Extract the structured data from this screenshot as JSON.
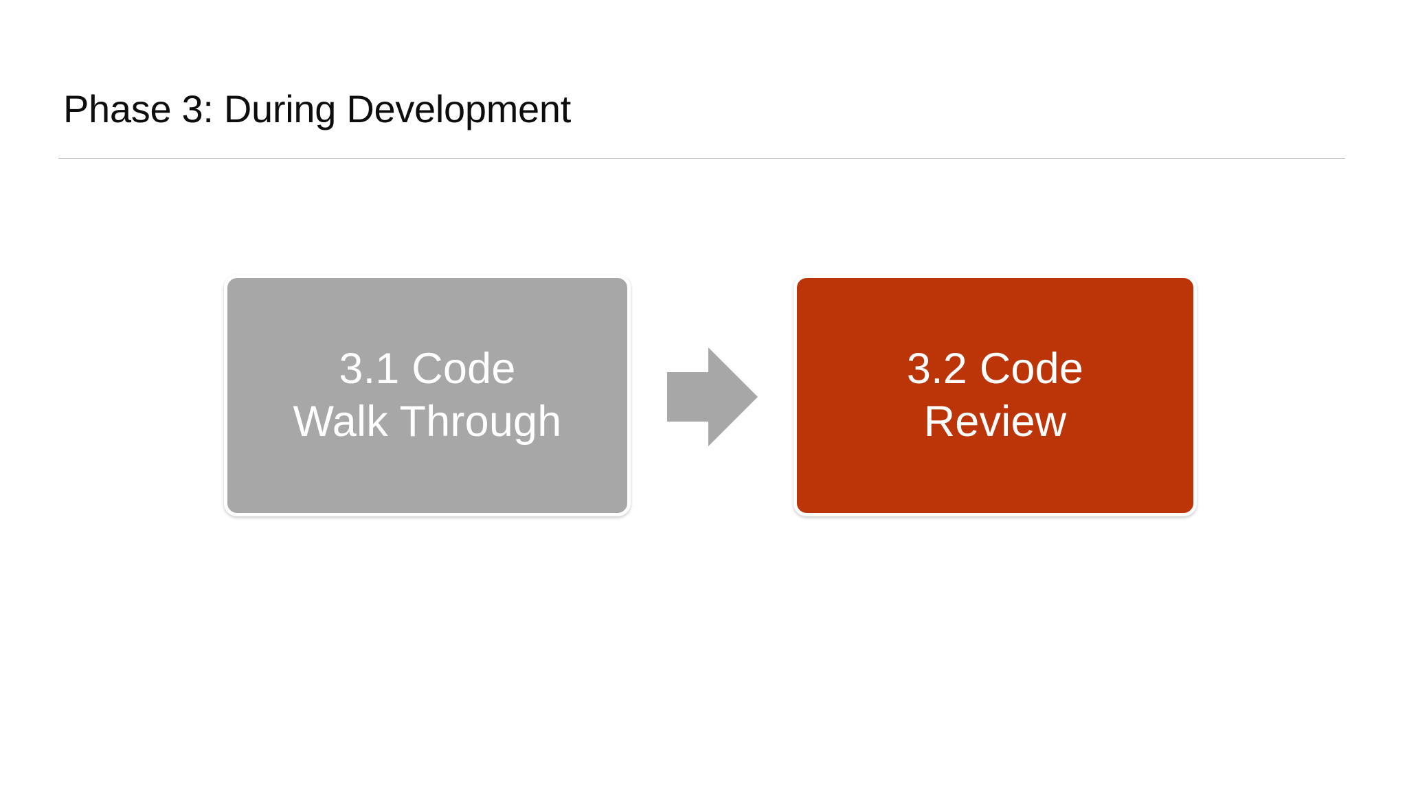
{
  "slide": {
    "title": "Phase 3: During Development",
    "background_color": "#FFFFFF",
    "title_color": "#0D0D0D",
    "rule_color": "#B3B3B3"
  },
  "diagram": {
    "type": "process-flow",
    "direction": "left-to-right",
    "nodes": [
      {
        "id": "code-walk-through",
        "label_line1": "3.1 Code",
        "label_line2": "Walk Through",
        "fill_color": "#A7A7A7",
        "text_color": "#FFFFFF",
        "border_color": "#FFFFFF"
      },
      {
        "id": "code-review",
        "label_line1": "3.2 Code",
        "label_line2": "Review",
        "fill_color": "#BC3508",
        "text_color": "#FFFFFF",
        "border_color": "#FFFFFF"
      }
    ],
    "connector": {
      "shape": "block-arrow-right",
      "color": "#A7A7A7",
      "from": "code-walk-through",
      "to": "code-review"
    }
  }
}
